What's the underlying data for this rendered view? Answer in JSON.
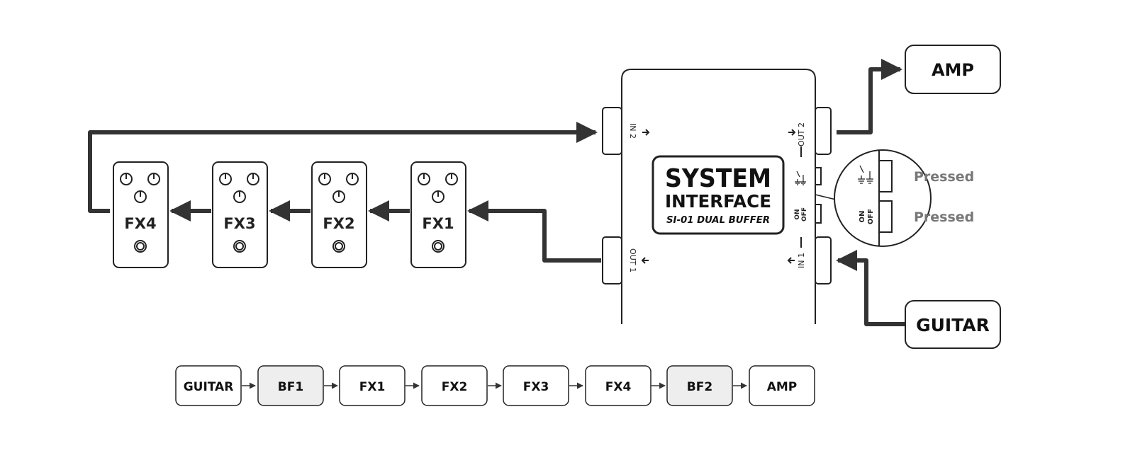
{
  "pedals": [
    {
      "label": "FX1"
    },
    {
      "label": "FX2"
    },
    {
      "label": "FX3"
    },
    {
      "label": "FX4"
    }
  ],
  "buffer": {
    "name_line1": "SYSTEM",
    "name_line2": "INTERFACE",
    "model": "SI-01 DUAL BUFFER",
    "jacks": {
      "in1": "IN 1",
      "in2": "IN 2",
      "out1": "OUT 1",
      "out2": "OUT 2"
    },
    "switch_on": "ON",
    "switch_off": "OFF"
  },
  "endpoints": {
    "amp": "AMP",
    "guitar": "GUITAR"
  },
  "zoom": {
    "ground_state": "Pressed",
    "power_state": "Pressed",
    "switch_on": "ON",
    "switch_off": "OFF"
  },
  "chain": [
    {
      "label": "GUITAR",
      "highlight": false
    },
    {
      "label": "BF1",
      "highlight": true
    },
    {
      "label": "FX1",
      "highlight": false
    },
    {
      "label": "FX2",
      "highlight": false
    },
    {
      "label": "FX3",
      "highlight": false
    },
    {
      "label": "FX4",
      "highlight": false
    },
    {
      "label": "BF2",
      "highlight": true
    },
    {
      "label": "AMP",
      "highlight": false
    }
  ],
  "colors": {
    "line": "#333333",
    "highlight_fill": "#eeeeee",
    "muted_text": "#777777"
  }
}
